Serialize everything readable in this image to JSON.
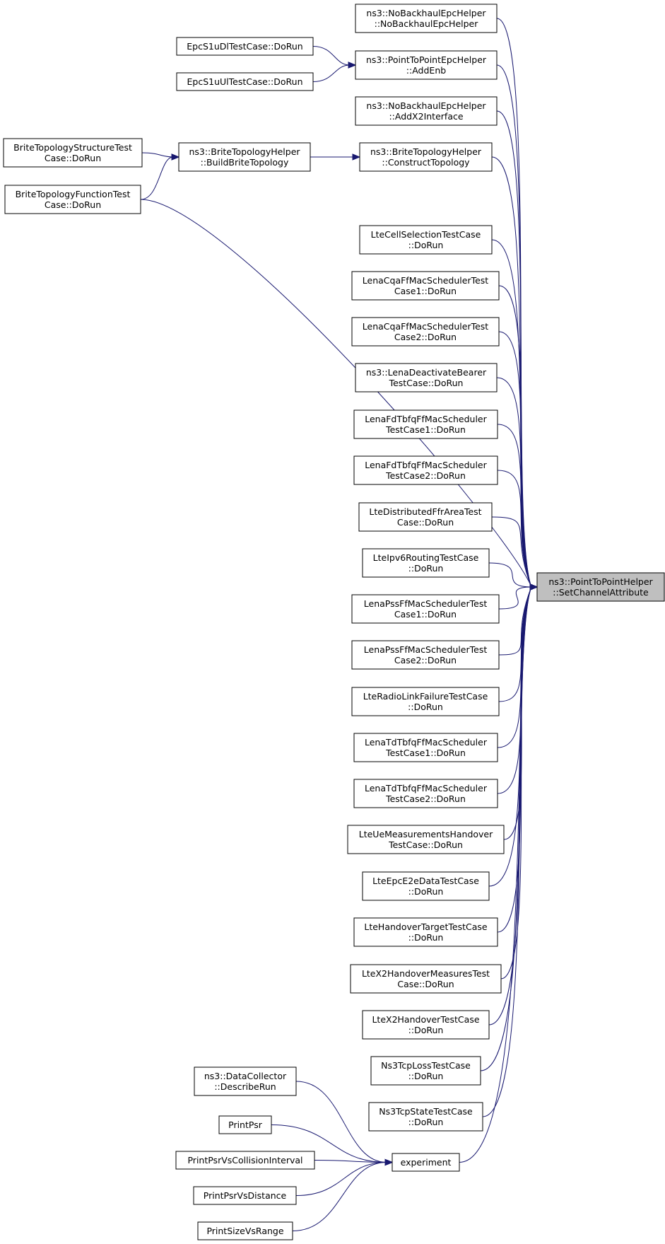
{
  "diagram": {
    "type": "caller-graph",
    "target": "ns3::PointToPointHelper::SetChannelAttribute",
    "nodes": [
      {
        "id": "target",
        "lines": [
          "ns3::PointToPointHelper",
          "::SetChannelAttribute"
        ],
        "highlight": true
      },
      {
        "id": "nobackhaul-ctor",
        "lines": [
          "ns3::NoBackhaulEpcHelper",
          "::NoBackhaulEpcHelper"
        ]
      },
      {
        "id": "p2p-addenb",
        "lines": [
          "ns3::PointToPointEpcHelper",
          "::AddEnb"
        ]
      },
      {
        "id": "s1u-dl",
        "lines": [
          "EpcS1uDlTestCase::DoRun"
        ]
      },
      {
        "id": "s1u-ul",
        "lines": [
          "EpcS1uUlTestCase::DoRun"
        ]
      },
      {
        "id": "addx2",
        "lines": [
          "ns3::NoBackhaulEpcHelper",
          "::AddX2Interface"
        ]
      },
      {
        "id": "construct-topology",
        "lines": [
          "ns3::BriteTopologyHelper",
          "::ConstructTopology"
        ]
      },
      {
        "id": "build-brite",
        "lines": [
          "ns3::BriteTopologyHelper",
          "::BuildBriteTopology"
        ]
      },
      {
        "id": "brite-structure",
        "lines": [
          "BriteTopologyStructureTest",
          "Case::DoRun"
        ]
      },
      {
        "id": "brite-function",
        "lines": [
          "BriteTopologyFunctionTest",
          "Case::DoRun"
        ]
      },
      {
        "id": "lte-cell-selection",
        "lines": [
          "LteCellSelectionTestCase",
          "::DoRun"
        ]
      },
      {
        "id": "cqa1",
        "lines": [
          "LenaCqaFfMacSchedulerTest",
          "Case1::DoRun"
        ]
      },
      {
        "id": "cqa2",
        "lines": [
          "LenaCqaFfMacSchedulerTest",
          "Case2::DoRun"
        ]
      },
      {
        "id": "deactivate-bearer",
        "lines": [
          "ns3::LenaDeactivateBearer",
          "TestCase::DoRun"
        ]
      },
      {
        "id": "fdtbfq1",
        "lines": [
          "LenaFdTbfqFfMacScheduler",
          "TestCase1::DoRun"
        ]
      },
      {
        "id": "fdtbfq2",
        "lines": [
          "LenaFdTbfqFfMacScheduler",
          "TestCase2::DoRun"
        ]
      },
      {
        "id": "distributed-ffr",
        "lines": [
          "LteDistributedFfrAreaTest",
          "Case::DoRun"
        ]
      },
      {
        "id": "ipv6-routing",
        "lines": [
          "LteIpv6RoutingTestCase",
          "::DoRun"
        ]
      },
      {
        "id": "pss1",
        "lines": [
          "LenaPssFfMacSchedulerTest",
          "Case1::DoRun"
        ]
      },
      {
        "id": "pss2",
        "lines": [
          "LenaPssFfMacSchedulerTest",
          "Case2::DoRun"
        ]
      },
      {
        "id": "radio-link-failure",
        "lines": [
          "LteRadioLinkFailureTestCase",
          "::DoRun"
        ]
      },
      {
        "id": "tdtbfq1",
        "lines": [
          "LenaTdTbfqFfMacScheduler",
          "TestCase1::DoRun"
        ]
      },
      {
        "id": "tdtbfq2",
        "lines": [
          "LenaTdTbfqFfMacScheduler",
          "TestCase2::DoRun"
        ]
      },
      {
        "id": "ue-measurements-handover",
        "lines": [
          "LteUeMeasurementsHandover",
          "TestCase::DoRun"
        ]
      },
      {
        "id": "epc-e2e-data",
        "lines": [
          "LteEpcE2eDataTestCase",
          "::DoRun"
        ]
      },
      {
        "id": "handover-target",
        "lines": [
          "LteHandoverTargetTestCase",
          "::DoRun"
        ]
      },
      {
        "id": "x2-handover-measures",
        "lines": [
          "LteX2HandoverMeasuresTest",
          "Case::DoRun"
        ]
      },
      {
        "id": "x2-handover",
        "lines": [
          "LteX2HandoverTestCase",
          "::DoRun"
        ]
      },
      {
        "id": "tcp-loss",
        "lines": [
          "Ns3TcpLossTestCase",
          "::DoRun"
        ]
      },
      {
        "id": "tcp-state",
        "lines": [
          "Ns3TcpStateTestCase",
          "::DoRun"
        ]
      },
      {
        "id": "experiment",
        "lines": [
          "experiment"
        ]
      },
      {
        "id": "describe-run",
        "lines": [
          "ns3::DataCollector",
          "::DescribeRun"
        ]
      },
      {
        "id": "print-psr",
        "lines": [
          "PrintPsr"
        ]
      },
      {
        "id": "print-psr-collision",
        "lines": [
          "PrintPsrVsCollisionInterval"
        ]
      },
      {
        "id": "print-psr-distance",
        "lines": [
          "PrintPsrVsDistance"
        ]
      },
      {
        "id": "print-size-range",
        "lines": [
          "PrintSizeVsRange"
        ]
      }
    ],
    "edges": [
      [
        "nobackhaul-ctor",
        "target"
      ],
      [
        "p2p-addenb",
        "target"
      ],
      [
        "addx2",
        "target"
      ],
      [
        "construct-topology",
        "target"
      ],
      [
        "brite-function",
        "target"
      ],
      [
        "lte-cell-selection",
        "target"
      ],
      [
        "cqa1",
        "target"
      ],
      [
        "cqa2",
        "target"
      ],
      [
        "deactivate-bearer",
        "target"
      ],
      [
        "fdtbfq1",
        "target"
      ],
      [
        "fdtbfq2",
        "target"
      ],
      [
        "distributed-ffr",
        "target"
      ],
      [
        "ipv6-routing",
        "target"
      ],
      [
        "pss1",
        "target"
      ],
      [
        "pss2",
        "target"
      ],
      [
        "radio-link-failure",
        "target"
      ],
      [
        "tdtbfq1",
        "target"
      ],
      [
        "tdtbfq2",
        "target"
      ],
      [
        "ue-measurements-handover",
        "target"
      ],
      [
        "epc-e2e-data",
        "target"
      ],
      [
        "handover-target",
        "target"
      ],
      [
        "x2-handover-measures",
        "target"
      ],
      [
        "x2-handover",
        "target"
      ],
      [
        "tcp-loss",
        "target"
      ],
      [
        "tcp-state",
        "target"
      ],
      [
        "experiment",
        "target"
      ],
      [
        "s1u-dl",
        "p2p-addenb"
      ],
      [
        "s1u-ul",
        "p2p-addenb"
      ],
      [
        "build-brite",
        "construct-topology"
      ],
      [
        "brite-structure",
        "build-brite"
      ],
      [
        "brite-function",
        "build-brite"
      ],
      [
        "describe-run",
        "experiment"
      ],
      [
        "print-psr",
        "experiment"
      ],
      [
        "print-psr-collision",
        "experiment"
      ],
      [
        "print-psr-distance",
        "experiment"
      ],
      [
        "print-size-range",
        "experiment"
      ]
    ]
  },
  "colors": {
    "edge": "#191970",
    "node_border": "#000000",
    "node_fill": "#ffffff",
    "target_fill": "#bfbfbf",
    "background": "#ffffff"
  }
}
